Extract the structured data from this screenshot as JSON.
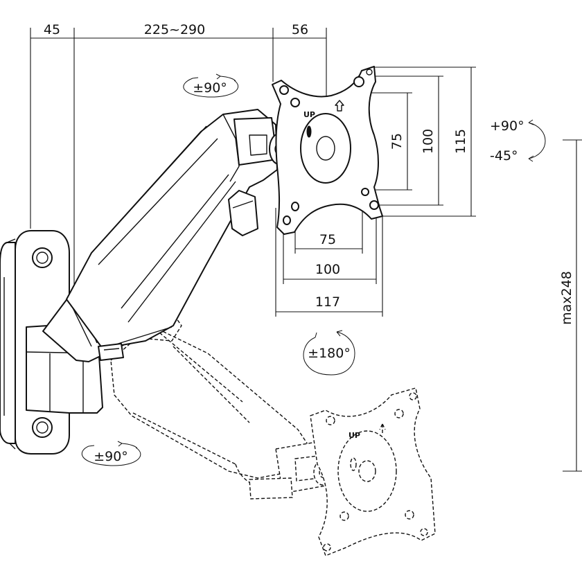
{
  "dimensions": {
    "wall_offset": "45",
    "arm_reach": "225~290",
    "plate_offset": "56",
    "vesa_height_inner": "75",
    "vesa_height_mid": "100",
    "vesa_height_outer": "115",
    "vesa_width_inner": "75",
    "vesa_width_mid": "100",
    "vesa_width_outer": "117",
    "height_adjust": "max248"
  },
  "rotations": {
    "swivel_top": "±90°",
    "swivel_bottom": "±90°",
    "rotation": "±180°",
    "tilt_up": "+90°",
    "tilt_down": "-45°"
  },
  "plate_markings": {
    "up_label": "UP",
    "up_label_ghost": "UP"
  },
  "icons": {
    "up_arrow": "up-arrow-icon",
    "rotation_arrow": "circular-arrow-icon"
  },
  "colors": {
    "line": "#111111",
    "background": "#ffffff"
  }
}
